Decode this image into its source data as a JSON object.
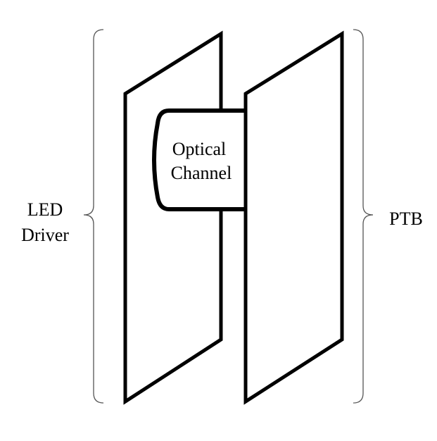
{
  "labels": {
    "left_group": [
      "LED",
      "Driver"
    ],
    "right_group": "PTB",
    "channel": [
      "Optical",
      "Channel"
    ]
  },
  "colors": {
    "stroke": "#000000",
    "brace": "#555555",
    "background": "#ffffff"
  }
}
